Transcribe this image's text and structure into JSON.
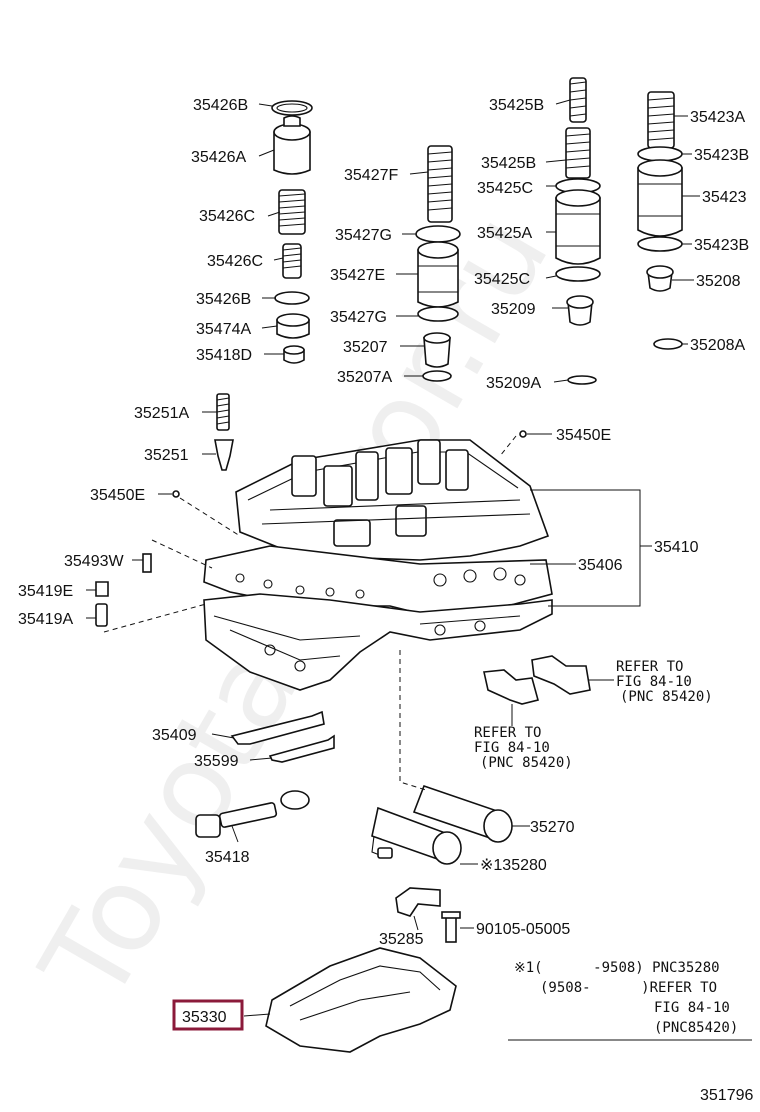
{
  "watermark": "ToyotaMirror.ru",
  "diagram_id": "351796",
  "labels": {
    "l35426B": "35426B",
    "l35426A": "35426A",
    "l35426C_1": "35426C",
    "l35426C_2": "35426C",
    "l35426B_2": "35426B",
    "l35474A": "35474A",
    "l35418D": "35418D",
    "l35427F": "35427F",
    "l35427G_1": "35427G",
    "l35427E": "35427E",
    "l35427G_2": "35427G",
    "l35207": "35207",
    "l35207A": "35207A",
    "l35425B_1": "35425B",
    "l35425B_2": "35425B",
    "l35425C_1": "35425C",
    "l35425A": "35425A",
    "l35425C_2": "35425C",
    "l35209": "35209",
    "l35209A": "35209A",
    "l35423A": "35423A",
    "l35423B_1": "35423B",
    "l35423": "35423",
    "l35423B_2": "35423B",
    "l35208": "35208",
    "l35208A": "35208A",
    "l35251A": "35251A",
    "l35251": "35251",
    "l35450E_1": "35450E",
    "l35450E_2": "35450E",
    "l35493W": "35493W",
    "l35419E": "35419E",
    "l35419A": "35419A",
    "l35406": "35406",
    "l35410": "35410",
    "l35409": "35409",
    "l35599": "35599",
    "l35418": "35418",
    "l35270": "35270",
    "l135280": "※135280",
    "l35285": "35285",
    "l90105": "90105-05005",
    "l35330": "35330"
  },
  "refers": {
    "right": [
      "REFER TO",
      "FIG 84-10",
      "(PNC 85420)"
    ],
    "mid": [
      "REFER TO",
      "FIG 84-10",
      "(PNC 85420)"
    ]
  },
  "note": {
    "line1": "※1(      -9508) PNC35280",
    "line2": "(9508-      )REFER TO",
    "line3": "FIG 84-10",
    "line4": "(PNC85420)"
  }
}
